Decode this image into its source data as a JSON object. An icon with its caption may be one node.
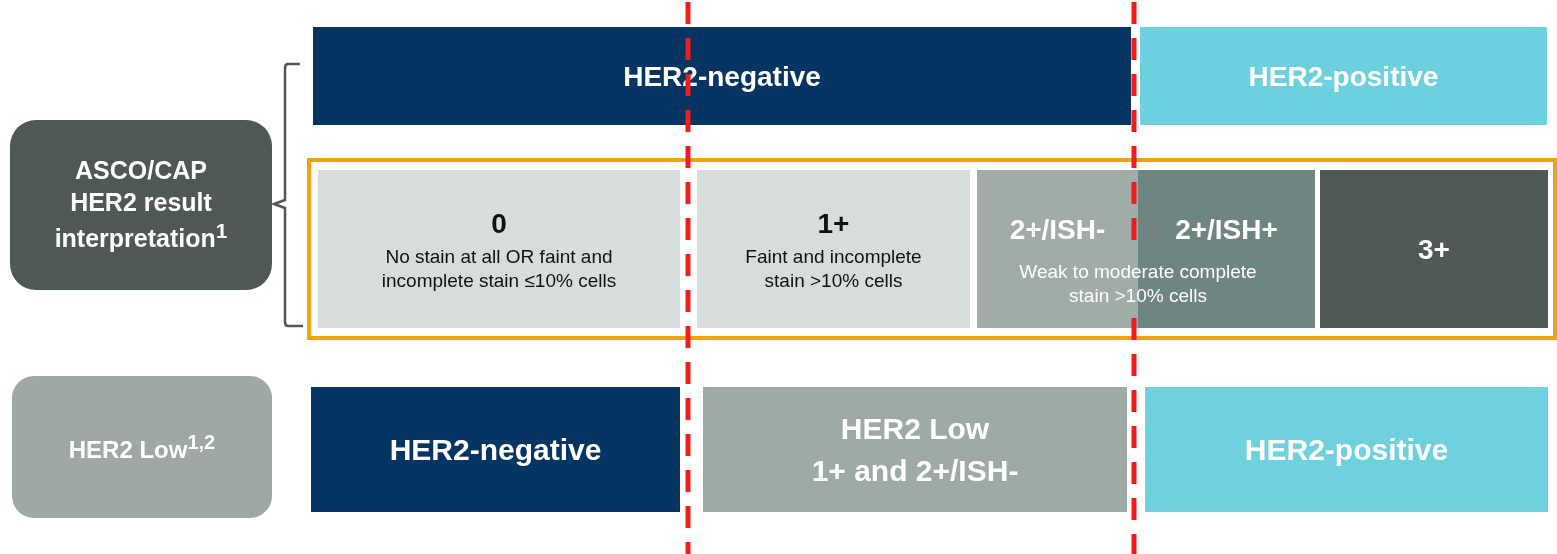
{
  "diagram": {
    "nodes": [
      {
        "text": [
          "ASCO/CAP HER2 result interpretation$^{1}$"
        ]
      },
      {
        "text": [
          "HER2-negative"
        ]
      },
      {
        "text": [
          "HER2-positive"
        ]
      },
      {
        "text": [],
        "shape": "box"
      },
      {
        "text": [
          "0",
          "No stain at all OR faint and incomplete stain ≤10% cells"
        ],
        "in": 3
      },
      {
        "text": [
          "1+",
          "Faint and incomplete stain >10% cells"
        ],
        "in": 3
      },
      {
        "text": [
          "2+/ISH-"
        ],
        "in": 3
      },
      {
        "text": [
          "2+/ISH+"
        ],
        "in": 3
      },
      {
        "text": [
          "3+"
        ],
        "in": 3
      },
      {
        "text": [
          "HER2 Low$^{1,2}$"
        ]
      },
      {
        "text": [
          "HER2-negative"
        ]
      },
      {
        "text": [
          "HER2 Low",
          "1+ and 2+/ISH-"
        ]
      },
      {
        "text": [
          "HER2-positive"
        ]
      }
    ],
    "edges": [],
    "labels": [
      "Weak to moderate complete stain >10% cells"
    ]
  }
}
